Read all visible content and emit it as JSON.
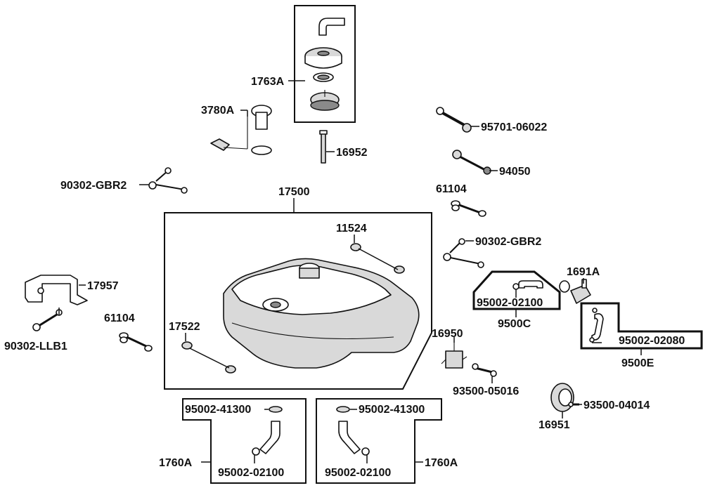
{
  "labels": {
    "p1763A": "1763A",
    "p3780A": "3780A",
    "p16952": "16952",
    "p95701": "95701-06022",
    "p94050": "94050",
    "p90302_gbr2_left": "90302-GBR2",
    "p90302_gbr2_right": "90302-GBR2",
    "p17500": "17500",
    "p61104_top": "61104",
    "p61104_left": "61104",
    "p11524": "11524",
    "p17957": "17957",
    "p90302_llb1": "90302-LLB1",
    "p17522": "17522",
    "p1691A": "1691A",
    "p95002_02100_c": "95002-02100",
    "p9500C": "9500C",
    "p16950": "16950",
    "p95002_02080": "95002-02080",
    "p9500E": "9500E",
    "p93500_05016": "93500-05016",
    "p93500_04014": "93500-04014",
    "p16951": "16951",
    "p95002_41300_left": "95002-41300",
    "p95002_41300_right": "95002-41300",
    "p1760A_left": "1760A",
    "p1760A_right": "1760A",
    "p95002_02100_left": "95002-02100",
    "p95002_02100_right": "95002-02100"
  }
}
